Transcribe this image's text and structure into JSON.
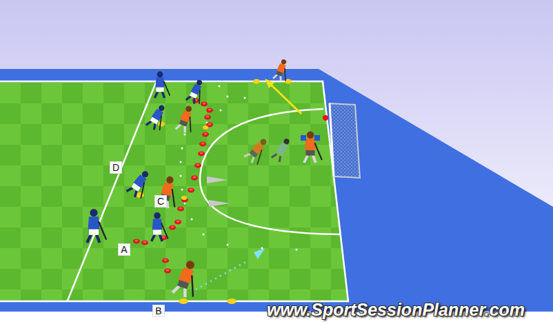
{
  "diagram": {
    "labels": [
      "D",
      "C",
      "A",
      "B",
      "www.SportSessionPlanner.com"
    ]
  }
}
